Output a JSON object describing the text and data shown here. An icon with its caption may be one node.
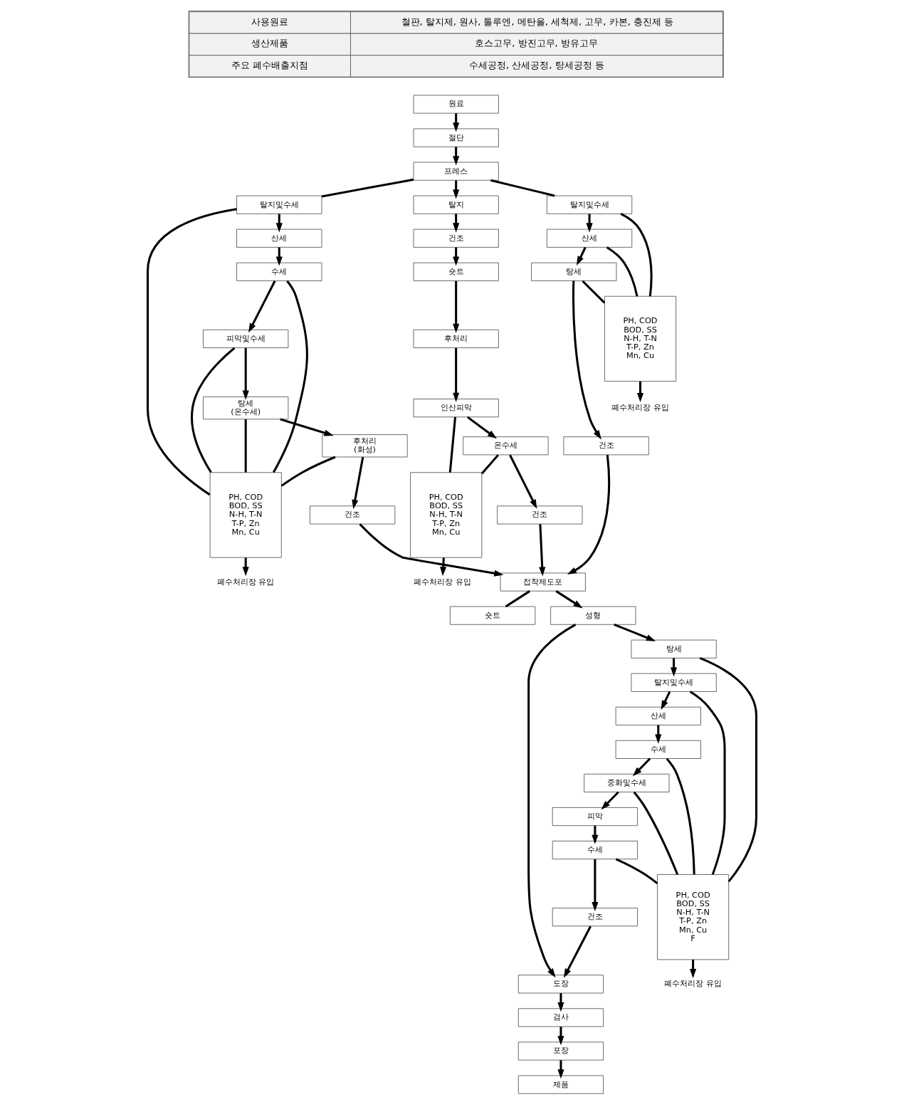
{
  "diagram": {
    "nodes": [
      {
        "text": [
          "원료"
        ]
      },
      {
        "text": [
          "절단"
        ]
      },
      {
        "text": [
          "프레스"
        ]
      },
      {
        "text": [
          "탈지"
        ]
      },
      {
        "text": [
          "건조"
        ]
      },
      {
        "text": [
          "숏트"
        ]
      },
      {
        "text": [
          "후처리"
        ]
      },
      {
        "text": [
          "인산피막"
        ]
      },
      {
        "text": [
          "온수세"
        ]
      },
      {
        "text": [
          "건조"
        ]
      },
      {
        "text": [
          "접착제도포"
        ]
      },
      {
        "text": [
          "숏트"
        ]
      },
      {
        "text": [
          "성형"
        ]
      },
      {
        "text": [
          "도장"
        ]
      },
      {
        "text": [
          "검사"
        ]
      },
      {
        "text": [
          "포장"
        ]
      },
      {
        "text": [
          "제품"
        ]
      },
      {
        "text": [
          "탈지및수세"
        ]
      },
      {
        "text": [
          "산세"
        ]
      },
      {
        "text": [
          "수세"
        ]
      },
      {
        "text": [
          "피막및수세"
        ]
      },
      {
        "text": [
          "탕세 (온수세)"
        ]
      },
      {
        "text": [
          "후처리 (화성)"
        ]
      },
      {
        "text": [
          "건조"
        ]
      },
      {
        "text": [
          "PH, COD BOD, SS N-H, T-N T-P, Zn Mn, Cu"
        ]
      },
      {
        "text": [
          "폐수처리장 유입"
        ]
      },
      {
        "text": [
          "탈지및수세"
        ]
      },
      {
        "text": [
          "산세"
        ]
      },
      {
        "text": [
          "탕세"
        ]
      },
      {
        "text": [
          "건조"
        ]
      },
      {
        "text": [
          "PH, COD BOD, SS N-H, T-N T-P, Zn Mn, Cu"
        ]
      },
      {
        "text": [
          "폐수처리장 유입"
        ]
      },
      {
        "text": [
          "PH, COD BOD, SS N-H, T-N T-P, Zn Mn, Cu"
        ]
      },
      {
        "text": [
          "폐수처리장 유입"
        ]
      },
      {
        "text": [
          "탕세"
        ]
      },
      {
        "text": [
          "탈지및수세"
        ]
      },
      {
        "text": [
          "산세"
        ]
      },
      {
        "text": [
          "수세"
        ]
      },
      {
        "text": [
          "중화및수세"
        ]
      },
      {
        "text": [
          "피막"
        ]
      },
      {
        "text": [
          "수세"
        ]
      },
      {
        "text": [
          "건조"
        ]
      },
      {
        "text": [
          "PH, COD BOD, SS N-H, T-N T-P, Zn Mn, Cu F"
        ]
      },
      {
        "text": [
          "폐수처리장 유입"
        ]
      }
    ],
    "edges": [
      {
        "from": 0,
        "to": 1,
        "arrow": "to"
      },
      {
        "from": 1,
        "to": 2,
        "arrow": "to"
      },
      {
        "from": 2,
        "to": 3,
        "arrow": "to"
      },
      {
        "from": 2,
        "to": 17,
        "arrow": "none"
      },
      {
        "from": 2,
        "to": 26,
        "arrow": "none"
      },
      {
        "from": 3,
        "to": 4,
        "arrow": "to"
      },
      {
        "from": 4,
        "to": 5,
        "arrow": "to"
      },
      {
        "from": 5,
        "to": 6,
        "arrow": "to"
      },
      {
        "from": 6,
        "to": 7,
        "arrow": "to"
      },
      {
        "from": 7,
        "to": 8,
        "arrow": "to"
      },
      {
        "from": 8,
        "to": 9,
        "arrow": "to"
      },
      {
        "from": 9,
        "to": 10,
        "arrow": "to"
      },
      {
        "from": 10,
        "to": 11,
        "arrow": "none"
      },
      {
        "from": 10,
        "to": 12,
        "arrow": "to"
      },
      {
        "from": 12,
        "to": 13,
        "arrow": "to"
      },
      {
        "from": 13,
        "to": 14,
        "arrow": "to"
      },
      {
        "from": 14,
        "to": 15,
        "arrow": "to"
      },
      {
        "from": 15,
        "to": 16,
        "arrow": "to"
      },
      {
        "from": 17,
        "to": 18,
        "arrow": "to"
      },
      {
        "from": 18,
        "to": 19,
        "arrow": "to"
      },
      {
        "from": 19,
        "to": 20,
        "arrow": "to"
      },
      {
        "from": 20,
        "to": 21,
        "arrow": "to"
      },
      {
        "from": 21,
        "to": 22,
        "arrow": "to"
      },
      {
        "from": 22,
        "to": 23,
        "arrow": "to"
      },
      {
        "from": 17,
        "to": 24,
        "arrow": "none"
      },
      {
        "from": 19,
        "to": 24,
        "arrow": "none"
      },
      {
        "from": 20,
        "to": 24,
        "arrow": "none"
      },
      {
        "from": 21,
        "to": 24,
        "arrow": "none"
      },
      {
        "from": 22,
        "to": 24,
        "arrow": "none"
      },
      {
        "from": 24,
        "to": 25,
        "arrow": "to"
      },
      {
        "from": 26,
        "to": 27,
        "arrow": "to"
      },
      {
        "from": 27,
        "to": 28,
        "arrow": "to"
      },
      {
        "from": 28,
        "to": 29,
        "arrow": "to"
      },
      {
        "from": 26,
        "to": 30,
        "arrow": "none"
      },
      {
        "from": 27,
        "to": 30,
        "arrow": "none"
      },
      {
        "from": 28,
        "to": 30,
        "arrow": "none"
      },
      {
        "from": 30,
        "to": 31,
        "arrow": "to"
      },
      {
        "from": 23,
        "to": 10,
        "arrow": "to"
      },
      {
        "from": 29,
        "to": 10,
        "arrow": "to"
      },
      {
        "from": 7,
        "to": 32,
        "arrow": "none"
      },
      {
        "from": 8,
        "to": 32,
        "arrow": "none"
      },
      {
        "from": 32,
        "to": 33,
        "arrow": "to"
      },
      {
        "from": 12,
        "to": 34,
        "arrow": "to"
      },
      {
        "from": 34,
        "to": 35,
        "arrow": "to"
      },
      {
        "from": 35,
        "to": 36,
        "arrow": "to"
      },
      {
        "from": 36,
        "to": 37,
        "arrow": "to"
      },
      {
        "from": 37,
        "to": 38,
        "arrow": "to"
      },
      {
        "from": 38,
        "to": 39,
        "arrow": "to"
      },
      {
        "from": 39,
        "to": 40,
        "arrow": "to"
      },
      {
        "from": 40,
        "to": 41,
        "arrow": "to"
      },
      {
        "from": 34,
        "to": 42,
        "arrow": "none"
      },
      {
        "from": 35,
        "to": 42,
        "arrow": "none"
      },
      {
        "from": 37,
        "to": 42,
        "arrow": "none"
      },
      {
        "from": 38,
        "to": 42,
        "arrow": "none"
      },
      {
        "from": 40,
        "to": 42,
        "arrow": "none"
      },
      {
        "from": 42,
        "to": 43,
        "arrow": "to"
      },
      {
        "from": 41,
        "to": 13,
        "arrow": "to"
      }
    ],
    "labels": [
      "사용원료",
      "철판, 탈지제, 원사, 톨루엔, 메탄올, 세척제, 고무, 카본, 충진제 등",
      "생산제품",
      "호스고무, 방진고무, 방유고무",
      "주요 폐수배출지점",
      "수세공정, 산세공정, 탕세공정 등"
    ]
  }
}
